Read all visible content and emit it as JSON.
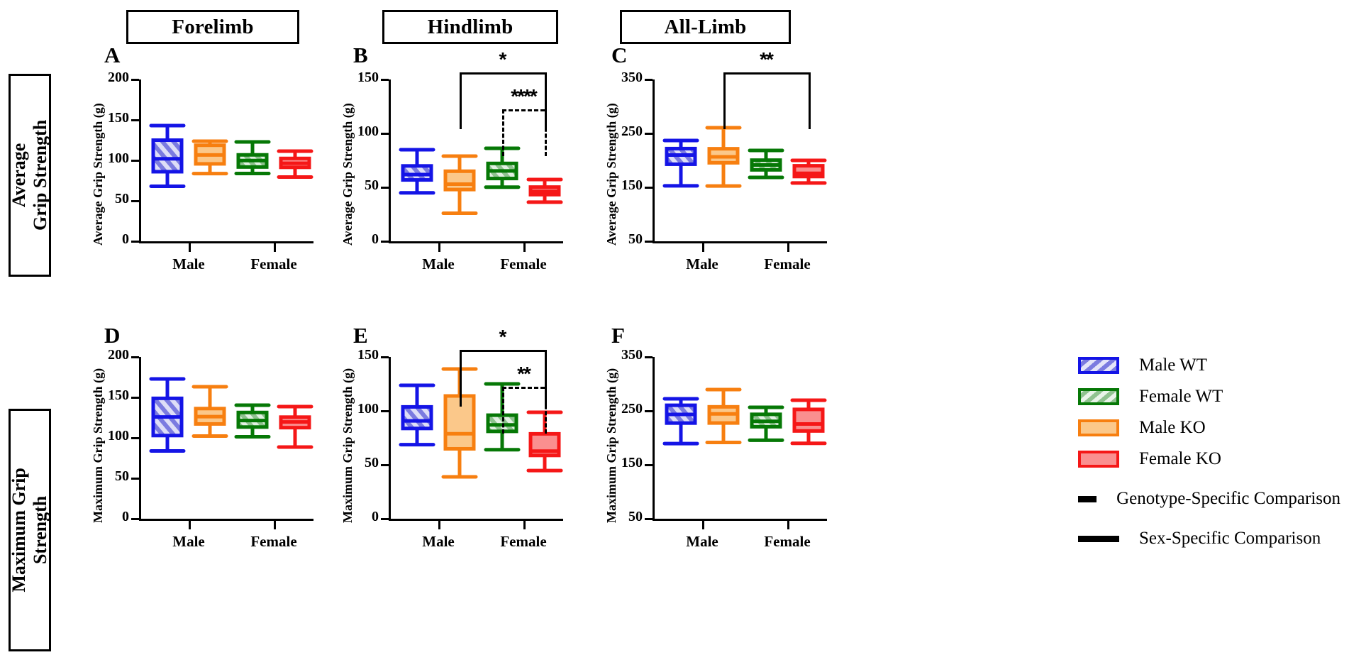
{
  "column_headers": [
    {
      "label": "Forelimb"
    },
    {
      "label": "Hindlimb"
    },
    {
      "label": "All-Limb"
    }
  ],
  "row_headers": [
    {
      "label": "Average\nGrip Strength",
      "line1": "Average",
      "line2": "Grip Strength"
    },
    {
      "label": "Maximum Grip\nStrength",
      "line1": "Maximum Grip",
      "line2": "Strength"
    }
  ],
  "legend": {
    "items": [
      {
        "label": "Male WT",
        "color": "#1414e6",
        "fill": "#7b7be0",
        "hatch": true
      },
      {
        "label": "Female WT",
        "color": "#067806",
        "fill": "#8fc28f",
        "hatch": true
      },
      {
        "label": "Male KO",
        "color": "#f77f10",
        "fill": "#fbc88a",
        "hatch": false
      },
      {
        "label": "Female KO",
        "color": "#f51717",
        "fill": "#fa8f8f",
        "hatch": false
      }
    ],
    "lines": [
      {
        "label": "Genotype-Specific Comparison",
        "style": "dashed"
      },
      {
        "label": "Sex-Specific Comparison",
        "style": "solid"
      }
    ]
  },
  "colors": {
    "male_wt": "#1414e6",
    "female_wt": "#067806",
    "male_ko": "#f77f10",
    "female_ko": "#f51717",
    "male_wt_fill": "#7b7be0",
    "female_wt_fill": "#8fc28f",
    "male_ko_fill": "#fbc88a",
    "female_ko_fill": "#fa8f8f",
    "axis": "#000000"
  },
  "chart_data": [
    {
      "panel": "A",
      "type": "box",
      "title": "Forelimb",
      "row": "Average Grip Strength",
      "ylabel": "Average Grip Strength (g)",
      "xlabel": "",
      "ylim": [
        0,
        200
      ],
      "yticks": [
        0,
        50,
        100,
        150,
        200
      ],
      "categories": [
        "Male",
        "Female"
      ],
      "grid": false,
      "annotations": [],
      "boxes": [
        {
          "group": "Male",
          "series": "Male WT",
          "color": "#1414e6",
          "fill": "#7b7be0",
          "hatch": true,
          "min": 68,
          "q1": 86,
          "median": 102,
          "q3": 125,
          "max": 143
        },
        {
          "group": "Male",
          "series": "Male KO",
          "color": "#f77f10",
          "fill": "#fbc88a",
          "hatch": false,
          "min": 84,
          "q1": 96,
          "median": 107,
          "q3": 119,
          "max": 124
        },
        {
          "group": "Female",
          "series": "Female WT",
          "color": "#067806",
          "fill": "#8fc28f",
          "hatch": true,
          "min": 84,
          "q1": 92,
          "median": 100,
          "q3": 107,
          "max": 123
        },
        {
          "group": "Female",
          "series": "Female KO",
          "color": "#f51717",
          "fill": "#fa8f8f",
          "hatch": false,
          "min": 79,
          "q1": 91,
          "median": 96,
          "q3": 102,
          "max": 111
        }
      ]
    },
    {
      "panel": "B",
      "type": "box",
      "title": "Hindlimb",
      "row": "Average Grip Strength",
      "ylabel": "Average Grip Strength (g)",
      "xlabel": "",
      "ylim": [
        0,
        150
      ],
      "yticks": [
        0,
        50,
        100,
        150
      ],
      "categories": [
        "Male",
        "Female"
      ],
      "grid": false,
      "annotations": [
        {
          "stars": "*",
          "style": "solid",
          "from": "Male KO",
          "to": "Female KO",
          "label": "Sex-Specific Comparison"
        },
        {
          "stars": "****",
          "style": "dashed",
          "from": "Female WT",
          "to": "Female KO",
          "label": "Genotype-Specific Comparison"
        }
      ],
      "boxes": [
        {
          "group": "Male",
          "series": "Male WT",
          "color": "#1414e6",
          "fill": "#7b7be0",
          "hatch": true,
          "min": 45,
          "q1": 57,
          "median": 62,
          "q3": 70,
          "max": 85
        },
        {
          "group": "Male",
          "series": "Male KO",
          "color": "#f77f10",
          "fill": "#fbc88a",
          "hatch": false,
          "min": 26,
          "q1": 48,
          "median": 53,
          "q3": 65,
          "max": 79
        },
        {
          "group": "Female",
          "series": "Female WT",
          "color": "#067806",
          "fill": "#8fc28f",
          "hatch": true,
          "min": 50,
          "q1": 58,
          "median": 65,
          "q3": 72,
          "max": 86
        },
        {
          "group": "Female",
          "series": "Female KO",
          "color": "#f51717",
          "fill": "#fa8f8f",
          "hatch": false,
          "min": 36,
          "q1": 43,
          "median": 46,
          "q3": 50,
          "max": 57
        }
      ]
    },
    {
      "panel": "C",
      "type": "box",
      "title": "All-Limb",
      "row": "Average Grip Strength",
      "ylabel": "Average Grip Strength (g)",
      "xlabel": "",
      "ylim": [
        50,
        350
      ],
      "yticks": [
        50,
        150,
        250,
        350
      ],
      "categories": [
        "Male",
        "Female"
      ],
      "grid": false,
      "annotations": [
        {
          "stars": "**",
          "style": "solid",
          "from": "Male KO",
          "to": "Female KO",
          "label": "Sex-Specific Comparison"
        }
      ],
      "boxes": [
        {
          "group": "Male",
          "series": "Male WT",
          "color": "#1414e6",
          "fill": "#7b7be0",
          "hatch": true,
          "min": 153,
          "q1": 193,
          "median": 210,
          "q3": 222,
          "max": 237
        },
        {
          "group": "Male",
          "series": "Male KO",
          "color": "#f77f10",
          "fill": "#fbc88a",
          "hatch": false,
          "min": 153,
          "q1": 196,
          "median": 207,
          "q3": 222,
          "max": 261
        },
        {
          "group": "Female",
          "series": "Female WT",
          "color": "#067806",
          "fill": "#8fc28f",
          "hatch": true,
          "min": 168,
          "q1": 182,
          "median": 191,
          "q3": 200,
          "max": 218
        },
        {
          "group": "Female",
          "series": "Female KO",
          "color": "#f51717",
          "fill": "#fa8f8f",
          "hatch": false,
          "min": 158,
          "q1": 170,
          "median": 176,
          "q3": 190,
          "max": 200
        }
      ]
    },
    {
      "panel": "D",
      "type": "box",
      "title": "Forelimb",
      "row": "Maximum Grip Strength",
      "ylabel": "Maximum Grip Strength (g)",
      "xlabel": "",
      "ylim": [
        0,
        200
      ],
      "yticks": [
        0,
        50,
        100,
        150,
        200
      ],
      "categories": [
        "Male",
        "Female"
      ],
      "grid": false,
      "annotations": [],
      "boxes": [
        {
          "group": "Male",
          "series": "Male WT",
          "color": "#1414e6",
          "fill": "#7b7be0",
          "hatch": true,
          "min": 84,
          "q1": 103,
          "median": 126,
          "q3": 149,
          "max": 173
        },
        {
          "group": "Male",
          "series": "Male KO",
          "color": "#f77f10",
          "fill": "#fbc88a",
          "hatch": false,
          "min": 102,
          "q1": 117,
          "median": 126,
          "q3": 136,
          "max": 163
        },
        {
          "group": "Female",
          "series": "Female WT",
          "color": "#067806",
          "fill": "#8fc28f",
          "hatch": true,
          "min": 101,
          "q1": 113,
          "median": 121,
          "q3": 131,
          "max": 140
        },
        {
          "group": "Female",
          "series": "Female KO",
          "color": "#f51717",
          "fill": "#fa8f8f",
          "hatch": false,
          "min": 89,
          "q1": 113,
          "median": 120,
          "q3": 126,
          "max": 139
        }
      ]
    },
    {
      "panel": "E",
      "type": "box",
      "title": "Hindlimb",
      "row": "Maximum Grip Strength",
      "ylabel": "Maximum Grip Strength (g)",
      "xlabel": "",
      "ylim": [
        0,
        150
      ],
      "yticks": [
        0,
        50,
        100,
        150
      ],
      "categories": [
        "Male",
        "Female"
      ],
      "grid": false,
      "annotations": [
        {
          "stars": "*",
          "style": "solid",
          "from": "Male KO",
          "to": "Female KO",
          "label": "Sex-Specific Comparison"
        },
        {
          "stars": "**",
          "style": "dashed",
          "from": "Female WT",
          "to": "Female KO",
          "label": "Genotype-Specific Comparison"
        }
      ],
      "boxes": [
        {
          "group": "Male",
          "series": "Male WT",
          "color": "#1414e6",
          "fill": "#7b7be0",
          "hatch": true,
          "min": 69,
          "q1": 84,
          "median": 91,
          "q3": 104,
          "max": 124
        },
        {
          "group": "Male",
          "series": "Male KO",
          "color": "#f77f10",
          "fill": "#fbc88a",
          "hatch": false,
          "min": 39,
          "q1": 65,
          "median": 79,
          "q3": 114,
          "max": 139
        },
        {
          "group": "Female",
          "series": "Female WT",
          "color": "#067806",
          "fill": "#8fc28f",
          "hatch": true,
          "min": 64,
          "q1": 81,
          "median": 87,
          "q3": 96,
          "max": 125
        },
        {
          "group": "Female",
          "series": "Female KO",
          "color": "#f51717",
          "fill": "#fa8f8f",
          "hatch": false,
          "min": 45,
          "q1": 59,
          "median": 63,
          "q3": 79,
          "max": 99
        }
      ]
    },
    {
      "panel": "F",
      "type": "box",
      "title": "All-Limb",
      "row": "Maximum Grip Strength",
      "ylabel": "Maximum Grip Strength (g)",
      "xlabel": "",
      "ylim": [
        50,
        350
      ],
      "yticks": [
        50,
        150,
        250,
        350
      ],
      "categories": [
        "Male",
        "Female"
      ],
      "grid": false,
      "annotations": [],
      "boxes": [
        {
          "group": "Male",
          "series": "Male WT",
          "color": "#1414e6",
          "fill": "#7b7be0",
          "hatch": true,
          "min": 189,
          "q1": 227,
          "median": 243,
          "q3": 260,
          "max": 272
        },
        {
          "group": "Male",
          "series": "Male KO",
          "color": "#f77f10",
          "fill": "#fbc88a",
          "hatch": false,
          "min": 192,
          "q1": 228,
          "median": 245,
          "q3": 258,
          "max": 290
        },
        {
          "group": "Female",
          "series": "Female WT",
          "color": "#067806",
          "fill": "#8fc28f",
          "hatch": true,
          "min": 195,
          "q1": 220,
          "median": 230,
          "q3": 243,
          "max": 256
        },
        {
          "group": "Female",
          "series": "Female KO",
          "color": "#f51717",
          "fill": "#fa8f8f",
          "hatch": false,
          "min": 190,
          "q1": 213,
          "median": 226,
          "q3": 253,
          "max": 270
        }
      ]
    }
  ]
}
